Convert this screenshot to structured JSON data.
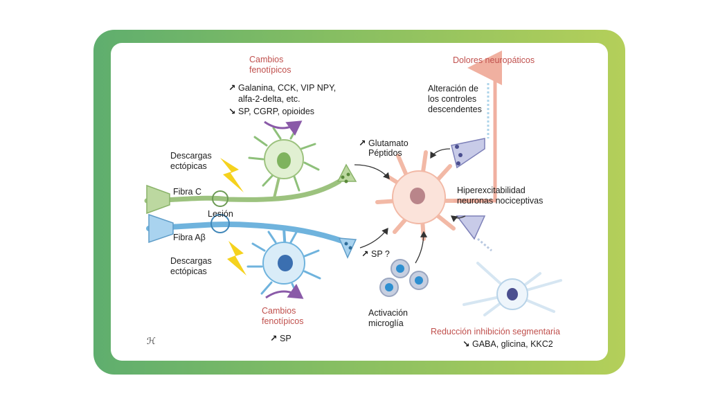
{
  "labels": {
    "cambios_top": "Cambios fenotípicos",
    "cambios_top_1": "Cambios",
    "cambios_top_2": "fenotípicos",
    "up_list_1": "Galanina, CCK, VIP NPY,",
    "up_list_2": "alfa-2-delta, etc.",
    "down_list": "SP, CGRP, opioides",
    "descargas_1": "Descargas",
    "ectopicas_1": "ectópicas",
    "fibra_c": "Fibra C",
    "lesion": "Lesión",
    "fibra_ab": "Fibra Aβ",
    "descargas_2": "Descargas",
    "ectopicas_2": "ectópicas",
    "cambios_bottom_1": "Cambios",
    "cambios_bottom_2": "fenotípicos",
    "sp_bottom": "SP",
    "glutamato": "Glutamato",
    "peptidos": "Péptidos",
    "sp_q": "SP ?",
    "activacion": "Activación",
    "microglia": "microglía",
    "dolores": "Dolores neuropáticos",
    "alteracion_1": "Alteración de",
    "alteracion_2": "los controles",
    "alteracion_3": "descendentes",
    "hiper_1": "Hiperexcitabilidad",
    "hiper_2": "neuronas nociceptivas",
    "reduccion": "Reducción inhibición segmentaria",
    "gaba": "GABA, glicina, KKC2",
    "signature": "ℋ"
  },
  "arrows": {
    "up": "↗",
    "down": "↘"
  },
  "colors": {
    "frame_left": "#5fae6e",
    "frame_right": "#b4cf5a",
    "fiber_c": "#9cc27e",
    "fiber_ab": "#6fb3dd",
    "red_label": "#c0504d",
    "purple_arrow": "#8a5aa8",
    "neuron_pink": "#f2b9a6",
    "pain_arrow": "#f0b0a0",
    "bolt": "#f5d21e"
  }
}
